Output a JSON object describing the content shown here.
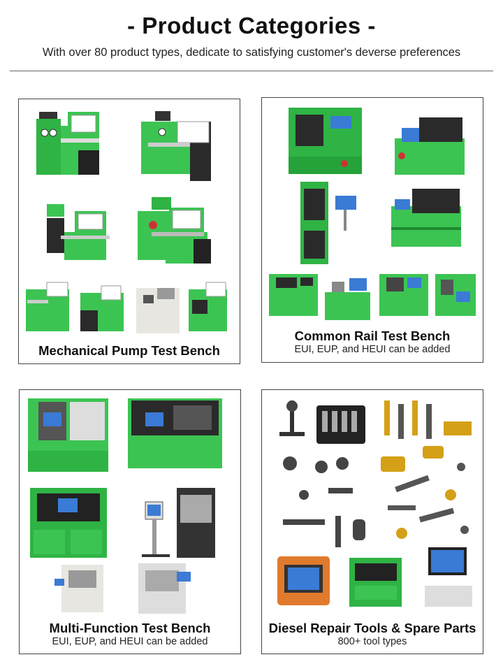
{
  "header": {
    "title": "- Product Categories -",
    "subtitle": "With over 80 product types, dedicate to satisfying customer's deverse preferences"
  },
  "categories": [
    {
      "title": "Mechanical Pump Test Bench",
      "subtitle": ""
    },
    {
      "title": "Common Rail Test Bench",
      "subtitle": "EUI, EUP, and HEUI can be added"
    },
    {
      "title": "Multi-Function Test Bench",
      "subtitle": "EUI, EUP, and HEUI can be added"
    },
    {
      "title": "Diesel Repair Tools & Spare Parts",
      "subtitle": "800+ tool types"
    }
  ],
  "colors": {
    "machine_green": "#2fb344",
    "dark_panel": "#2b2b2b",
    "screen_blue": "#3a7bd5",
    "brass": "#d4a017"
  }
}
